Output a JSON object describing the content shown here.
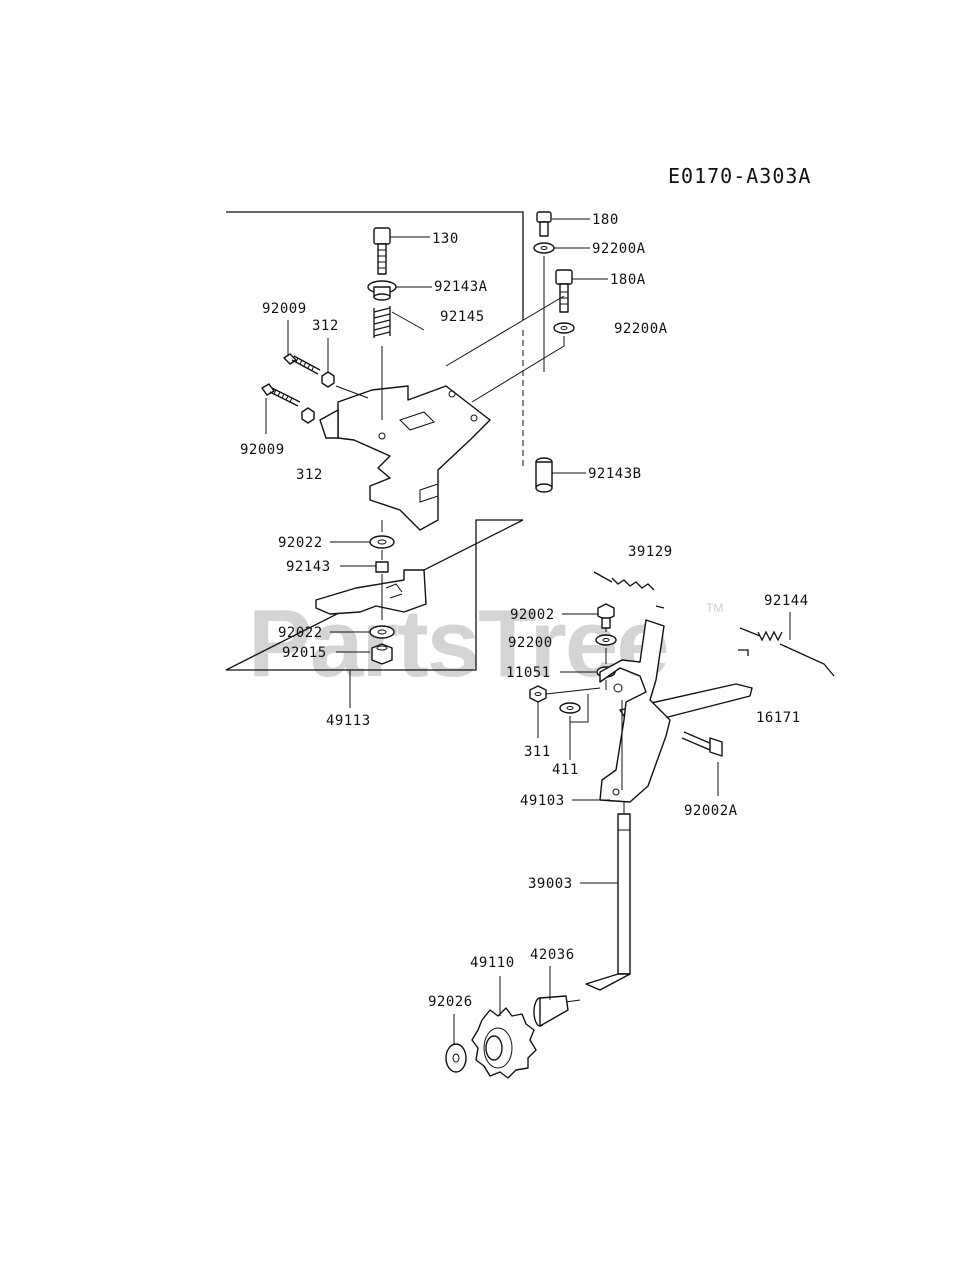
{
  "diagram_code": "E0170-A303A",
  "watermark": "PartsTree",
  "watermark_tm": "TM",
  "part_numbers": [
    "130",
    "92143A",
    "92145",
    "92009",
    "312",
    "92009",
    "312",
    "92022",
    "92143",
    "92022",
    "92015",
    "49113",
    "180",
    "92200A",
    "180A",
    "92200A",
    "92143B",
    "39129",
    "92144",
    "92002",
    "92200",
    "11051",
    "16171",
    "311",
    "411",
    "49103",
    "92002A",
    "39003",
    "42036",
    "49110",
    "92026"
  ]
}
